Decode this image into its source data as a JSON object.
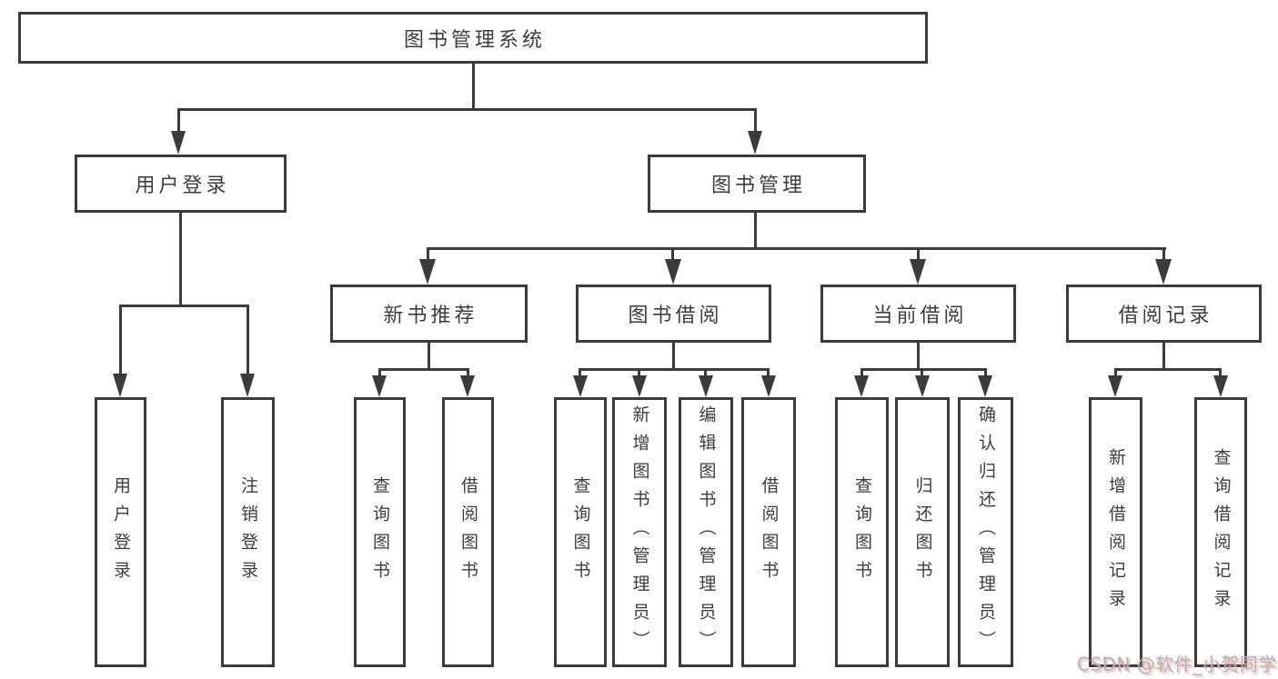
{
  "tree": {
    "root": "图书管理系统",
    "branches": [
      {
        "label": "用户登录",
        "children": [
          "用户登录",
          "注销登录"
        ]
      },
      {
        "label": "图书管理",
        "groups": [
          {
            "label": "新书推荐",
            "children": [
              "查询图书",
              "借阅图书"
            ]
          },
          {
            "label": "图书借阅",
            "children": [
              "查询图书",
              "新增图书（管理员）",
              "编辑图书（管理员）",
              "借阅图书"
            ]
          },
          {
            "label": "当前借阅",
            "children": [
              "查询图书",
              "归还图书",
              "确认归还（管理员）"
            ]
          },
          {
            "label": "借阅记录",
            "children": [
              "新增借阅记录",
              "查询借阅记录"
            ]
          }
        ]
      }
    ]
  },
  "watermark": "CSDN @软件_小贺同学",
  "colors": {
    "line": "#3b3b3b",
    "text": "#3d3d3d",
    "background": "#ffffff",
    "watermark_text": "#b5b5b5",
    "watermark_glow": "#e98c8c"
  }
}
